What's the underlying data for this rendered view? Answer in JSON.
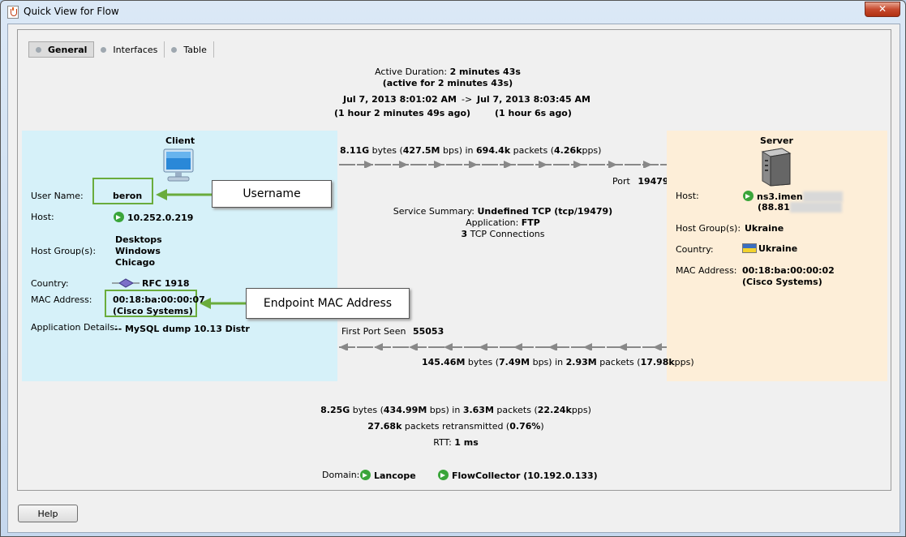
{
  "window": {
    "title": "Quick View for Flow",
    "close_glyph": "✕"
  },
  "tabs": [
    {
      "label": "General",
      "active": true
    },
    {
      "label": "Interfaces",
      "active": false
    },
    {
      "label": "Table",
      "active": false
    }
  ],
  "summary": {
    "active_duration_label": "Active Duration:",
    "active_duration_value": "2 minutes 43s",
    "active_for": "(active for 2 minutes 43s)",
    "start_time": "Jul 7, 2013 8:01:02 AM",
    "arrow": "->",
    "end_time": "Jul 7, 2013 8:03:45 AM",
    "start_ago": "(1 hour 2 minutes 49s ago)",
    "end_ago": "(1 hour 6s ago)"
  },
  "client": {
    "heading": "Client",
    "username_label": "User Name:",
    "username": "beron",
    "host_label": "Host:",
    "host": "10.252.0.219",
    "host_groups_label": "Host Group(s):",
    "host_groups": [
      "Desktops",
      "Windows",
      "Chicago"
    ],
    "country_label": "Country:",
    "country": "RFC 1918",
    "mac_label": "MAC Address:",
    "mac": "00:18:ba:00:00:07",
    "mac_vendor": "(Cisco Systems)",
    "app_details_label": "Application Details:",
    "app_details": "-- MySQL dump 10.13  Distr"
  },
  "server": {
    "heading": "Server",
    "host_label": "Host:",
    "host_visible": "ns3.imen",
    "host_ip_visible": "(88.81",
    "host_groups_label": "Host Group(s):",
    "host_groups": "Ukraine",
    "country_label": "Country:",
    "country": "Ukraine",
    "mac_label": "MAC Address:",
    "mac": "00:18:ba:00:00:02",
    "mac_vendor": "(Cisco Systems)"
  },
  "flow_out": {
    "bytes": "8.11G",
    "bytes_unit": "bytes (",
    "bps": "427.5M",
    "bps_unit": "bps) in",
    "packets": "694.4k",
    "packets_unit": "packets (",
    "pps": "4.26k",
    "pps_unit": "pps)",
    "port_label": "Port",
    "port": "19479"
  },
  "service": {
    "summary_label": "Service Summary:",
    "summary": "Undefined TCP (tcp/19479)",
    "application_label": "Application:",
    "application": "FTP",
    "connections": "3",
    "connections_label": "TCP Connections"
  },
  "flow_in": {
    "first_port_label": "First Port Seen",
    "first_port": "55053",
    "bytes": "145.46M",
    "bytes_unit": "bytes (",
    "bps": "7.49M",
    "bps_unit": "bps) in",
    "packets": "2.93M",
    "packets_unit": "packets (",
    "pps": "17.98k",
    "pps_unit": "pps)"
  },
  "totals": {
    "bytes": "8.25G",
    "bytes_unit": "bytes (",
    "bps": "434.99M",
    "bps_unit": "bps) in",
    "packets": "3.63M",
    "packets_unit": "packets (",
    "pps": "22.24k",
    "pps_unit": "pps)",
    "retrans": "27.68k",
    "retrans_label": "packets retransmitted (",
    "retrans_pct": "0.76%",
    "retrans_close": ")",
    "rtt_label": "RTT:",
    "rtt": "1 ms"
  },
  "domain": {
    "label": "Domain:",
    "domain": "Lancope",
    "collector": "FlowCollector (10.192.0.133)"
  },
  "callouts": {
    "username": "Username",
    "mac": "Endpoint MAC Address"
  },
  "help_label": "Help",
  "colors": {
    "client_bg": "#d6f1f9",
    "server_bg": "#fdeed8",
    "highlight": "#6aac3c",
    "status_green": "#3aa53a"
  }
}
